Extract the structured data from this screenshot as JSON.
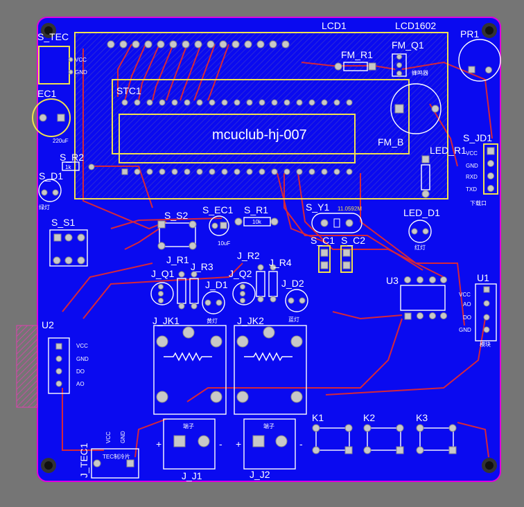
{
  "board": {
    "bg": "#757575",
    "copper": "#0a0af0",
    "edge": "#e000e0",
    "silk": "#f0e050",
    "trace": "#d6273a",
    "pad": "#c8c8c8"
  },
  "labels": {
    "lcd1": "LCD1",
    "lcd1602": "LCD1602",
    "pr1": "PR1",
    "s_tec": "S_TEC",
    "vcc": "VCC",
    "gnd": "GND",
    "ec1": "EC1",
    "cap_220": "220uF",
    "fm_r1": "FM_R1",
    "fm_q1": "FM_Q1",
    "buzzer": "蜂鸣器",
    "stc1": "STC1",
    "title": "mcuclub-hj-007",
    "fm_b": "FM_B",
    "led_r1": "LED_R1",
    "s_r2": "S_R2",
    "s_d1": "S_D1",
    "green_led": "绿灯",
    "s_jd1": "S_JD1",
    "jd_vcc": "VCC",
    "jd_gnd": "GND",
    "jd_rxd": "RXD",
    "jd_txd": "TXD",
    "download": "下载口",
    "s_s1": "S_S1",
    "s_s2": "S_S2",
    "s_ec1": "S_EC1",
    "cap_10": "10uF",
    "s_r1": "S_R1",
    "r_10k": "10k",
    "r_1k": "1k",
    "s_y1": "S_Y1",
    "crystal": "11.0592M",
    "led_d1": "LED_D1",
    "red_led": "红灯",
    "s_c1": "S_C1",
    "s_c2": "S_C2",
    "j_r1": "J_R1",
    "j_r3": "J_R3",
    "j_q1": "J_Q1",
    "j_d1": "J_D1",
    "j_q2": "J_Q2",
    "j_r2": "J_R2",
    "j_r4": "J_R4",
    "j_d2": "J_D2",
    "blue_led": "蓝灯",
    "yellow_led": "黄灯",
    "u3": "U3",
    "u1": "U1",
    "u1_vcc": "VCC",
    "u1_ao": "AO",
    "u1_do": "DO",
    "u1_gnd": "GND",
    "u1_name": "模块",
    "u2": "U2",
    "u2_vcc": "VCC",
    "u2_gnd": "GND",
    "u2_do": "DO",
    "u2_ao": "AO",
    "j_jk1": "J_JK1",
    "j_jk2": "J_JK2",
    "k1": "K1",
    "k2": "K2",
    "k3": "K3",
    "terminal": "端子",
    "plus": "+",
    "minus": "-",
    "j_j1": "J_J1",
    "j_j2": "J_J2",
    "j_tec1": "J_TEC1",
    "tec_vcc": "VCC",
    "tec_gnd": "GND",
    "tec_name": "TEC制冷片"
  }
}
